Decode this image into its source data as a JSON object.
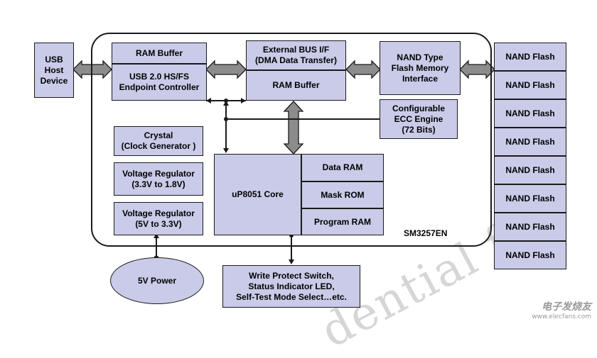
{
  "host": {
    "label": "USB\nHost\nDevice"
  },
  "ram_buffer_usb": {
    "label": "RAM Buffer"
  },
  "usb_controller": {
    "label": "USB 2.0 HS/FS\nEndpoint Controller"
  },
  "external_bus": {
    "label": "External BUS I/F\n(DMA Data Transfer)"
  },
  "ram_buffer_bus": {
    "label": "RAM Buffer"
  },
  "nand_interface": {
    "label": "NAND Type\nFlash Memory\nInterface"
  },
  "ecc_engine": {
    "label": "Configurable\nECC Engine\n(72 Bits)"
  },
  "crystal": {
    "label": "Crystal\n(Clock Generator )"
  },
  "vreg_1": {
    "label": "Voltage Regulator\n(3.3V to 1.8V)"
  },
  "vreg_2": {
    "label": "Voltage Regulator\n(5V to 3.3V)"
  },
  "core": {
    "label": "uP8051 Core"
  },
  "data_ram": {
    "label": "Data RAM"
  },
  "mask_rom": {
    "label": "Mask ROM"
  },
  "program_ram": {
    "label": "Program RAM"
  },
  "chip_name": "SM3257EN",
  "power": {
    "label": "5V Power"
  },
  "peripherals": {
    "label": "Write Protect Switch,\nStatus Indicator LED,\nSelf-Test Mode Select…etc."
  },
  "nand_flash": [
    "NAND Flash",
    "NAND Flash",
    "NAND Flash",
    "NAND Flash",
    "NAND Flash",
    "NAND Flash",
    "NAND Flash",
    "NAND Flash"
  ],
  "watermark": "dential for",
  "logo": {
    "cn": "电子发烧友",
    "url": "www.elecfans.com"
  },
  "colors": {
    "block_fill": "#c9cbe8",
    "arrow_fill": "#8c8c8c",
    "line": "#1a1a1a"
  }
}
